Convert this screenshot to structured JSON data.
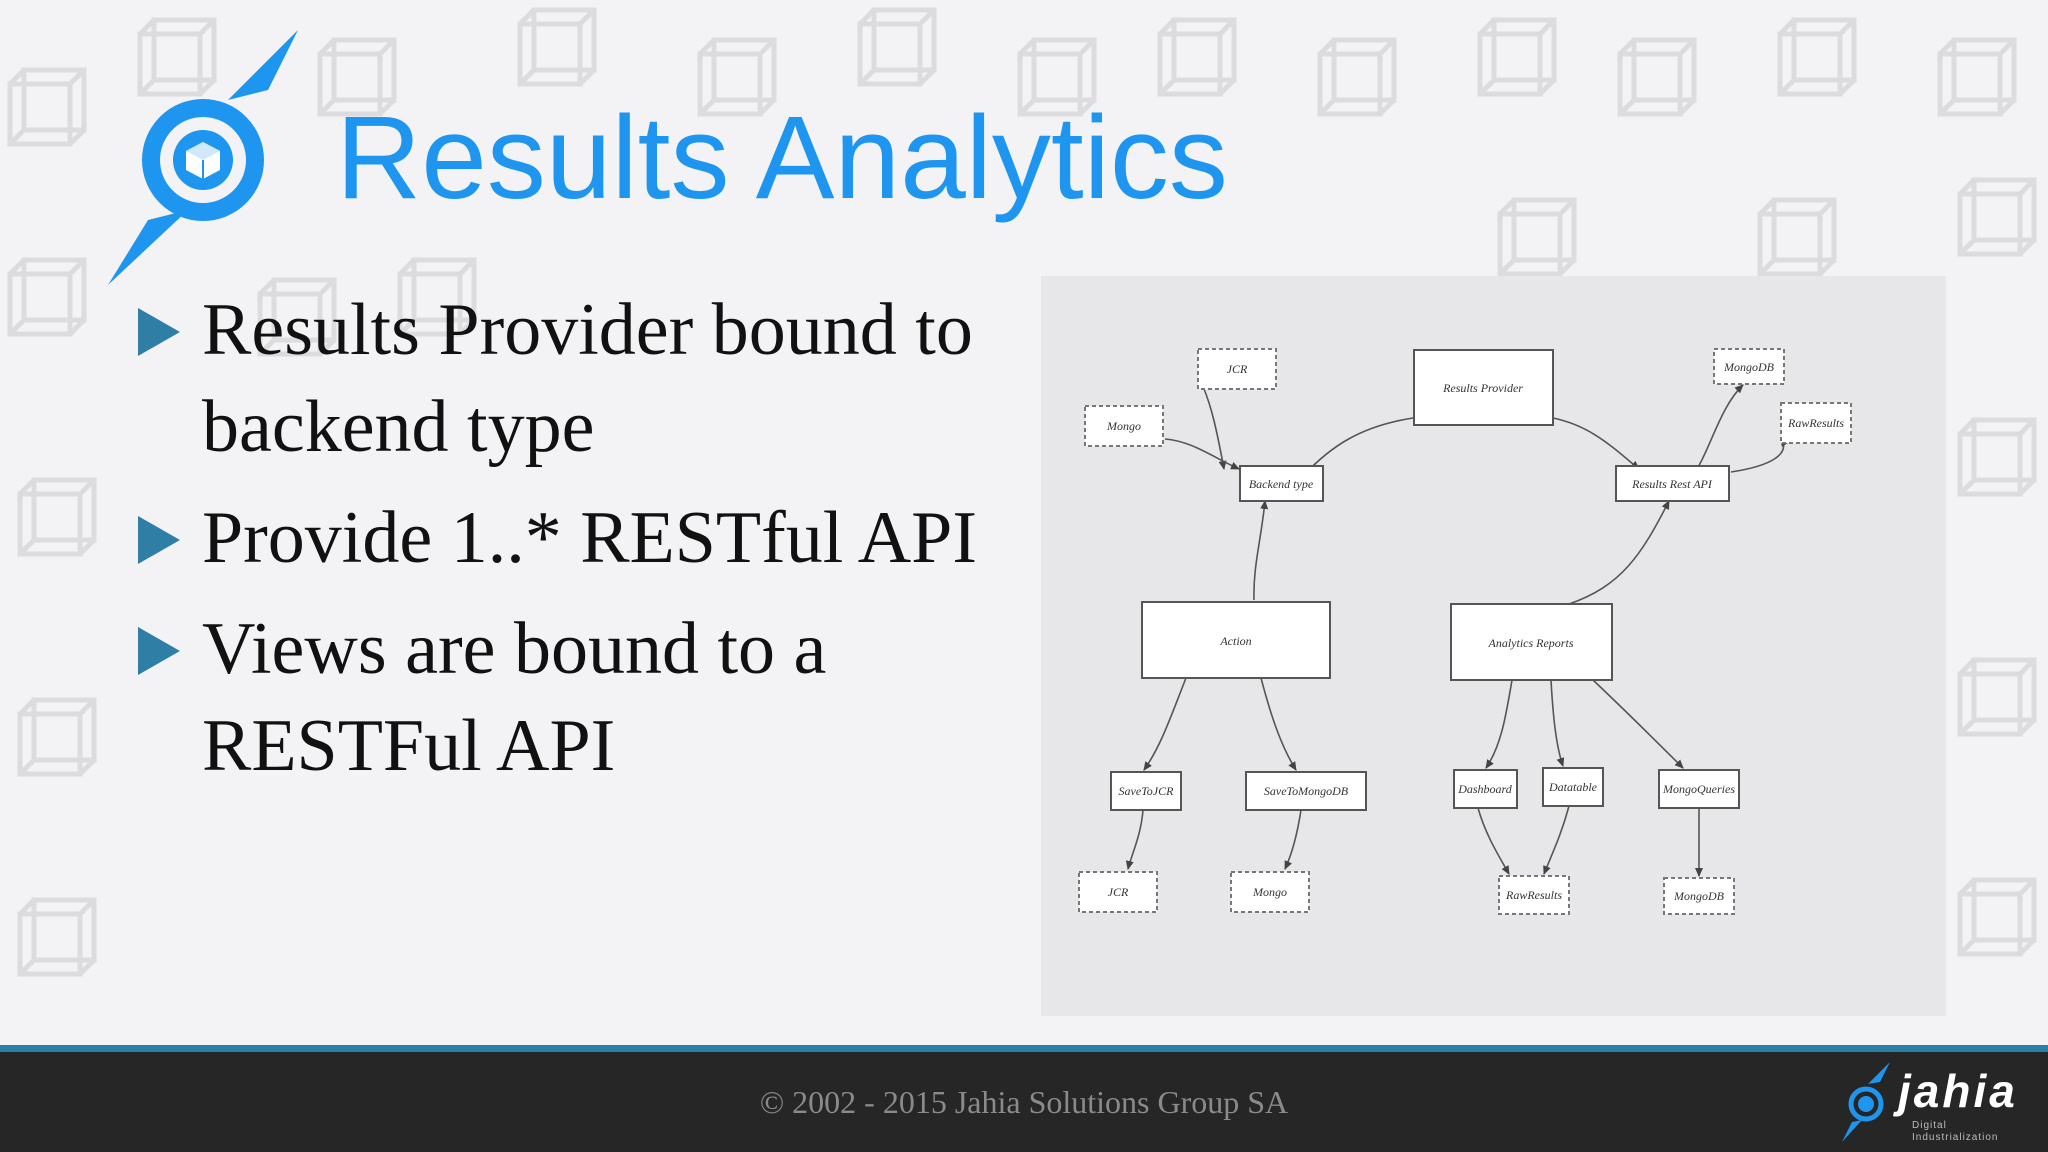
{
  "slide": {
    "title": "Results Analytics",
    "bullets": [
      "Results Provider bound to backend type",
      "Provide 1..* RESTful API",
      "Views are bound to a RESTFul API"
    ]
  },
  "diagram": {
    "nodes": [
      {
        "id": "jcr-top",
        "label": "JCR"
      },
      {
        "id": "mongo-left",
        "label": "Mongo"
      },
      {
        "id": "results-provider",
        "label": "Results Provider"
      },
      {
        "id": "mongodb-top",
        "label": "MongoDB"
      },
      {
        "id": "rawresults-top",
        "label": "RawResults"
      },
      {
        "id": "backend-type",
        "label": "Backend type"
      },
      {
        "id": "results-rest-api",
        "label": "Results Rest API"
      },
      {
        "id": "action",
        "label": "Action"
      },
      {
        "id": "analytics-reports",
        "label": "Analytics Reports"
      },
      {
        "id": "savetojcr",
        "label": "SaveToJCR"
      },
      {
        "id": "savetomongodb",
        "label": "SaveToMongoDB"
      },
      {
        "id": "dashboard",
        "label": "Dashboard"
      },
      {
        "id": "datatable",
        "label": "Datatable"
      },
      {
        "id": "mongoqueries",
        "label": "MongoQueries"
      },
      {
        "id": "jcr-bottom",
        "label": "JCR"
      },
      {
        "id": "mongo-bottom",
        "label": "Mongo"
      },
      {
        "id": "rawresults-bottom",
        "label": "RawResults"
      },
      {
        "id": "mongodb-bottom",
        "label": "MongoDB"
      }
    ]
  },
  "footer": {
    "copyright": "© 2002 - 2015 Jahia Solutions Group SA",
    "logo_word": "jahia",
    "logo_tagline": "Digital Industrialization"
  },
  "colors": {
    "title": "#1e96f0",
    "bullet_marker": "#2e7ea6",
    "footer_bar": "#262626",
    "footer_accent": "#2c7ea5"
  }
}
